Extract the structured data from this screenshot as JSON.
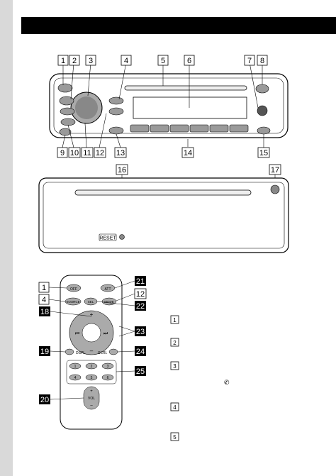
{
  "unit_callouts": [
    "1",
    "2",
    "3",
    "4",
    "5",
    "6",
    "7",
    "8",
    "9",
    "10",
    "11",
    "12",
    "13",
    "14",
    "15"
  ],
  "front_panel_callouts": [
    "16",
    "17"
  ],
  "reset_label": "RESET",
  "remote": {
    "callouts_left": [
      "1",
      "4",
      "18",
      "19",
      "20"
    ],
    "callouts_right": [
      "21",
      "12",
      "22",
      "23",
      "24",
      "25"
    ],
    "buttons": {
      "off": "OFF",
      "att": "ATT",
      "source": "SOURCE",
      "sel": "SEL",
      "mode": "MODE",
      "dspl": "DSPL",
      "scrl": "SCRL",
      "vol": "VOL",
      "vol_plus": "+",
      "vol_minus": "–",
      "numbers": [
        "1",
        "2",
        "3",
        "4",
        "5",
        "6"
      ]
    }
  },
  "legend": [
    "1",
    "2",
    "3",
    "4",
    "5"
  ]
}
